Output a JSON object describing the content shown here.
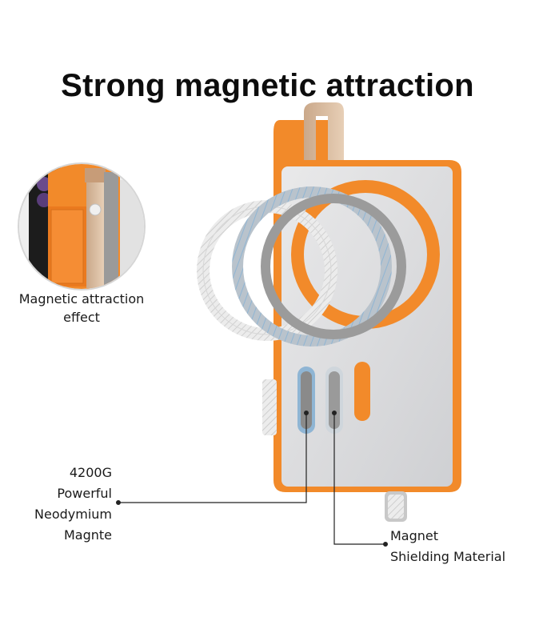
{
  "title": "Strong magnetic attraction",
  "inset_caption": [
    "Magnetic attraction",
    "effect"
  ],
  "magnet_caption": [
    "4200G",
    "Powerful",
    "Neodymium",
    "Magnte"
  ],
  "shield_caption": [
    "Magnet",
    "Shielding Material"
  ],
  "colors": {
    "orange": "#f28a2a",
    "silver": "#d9dadc",
    "ring_light": "#e6e6e6",
    "ring_blue": "#9fc3dd",
    "ring_dark": "#9a9a9a"
  }
}
